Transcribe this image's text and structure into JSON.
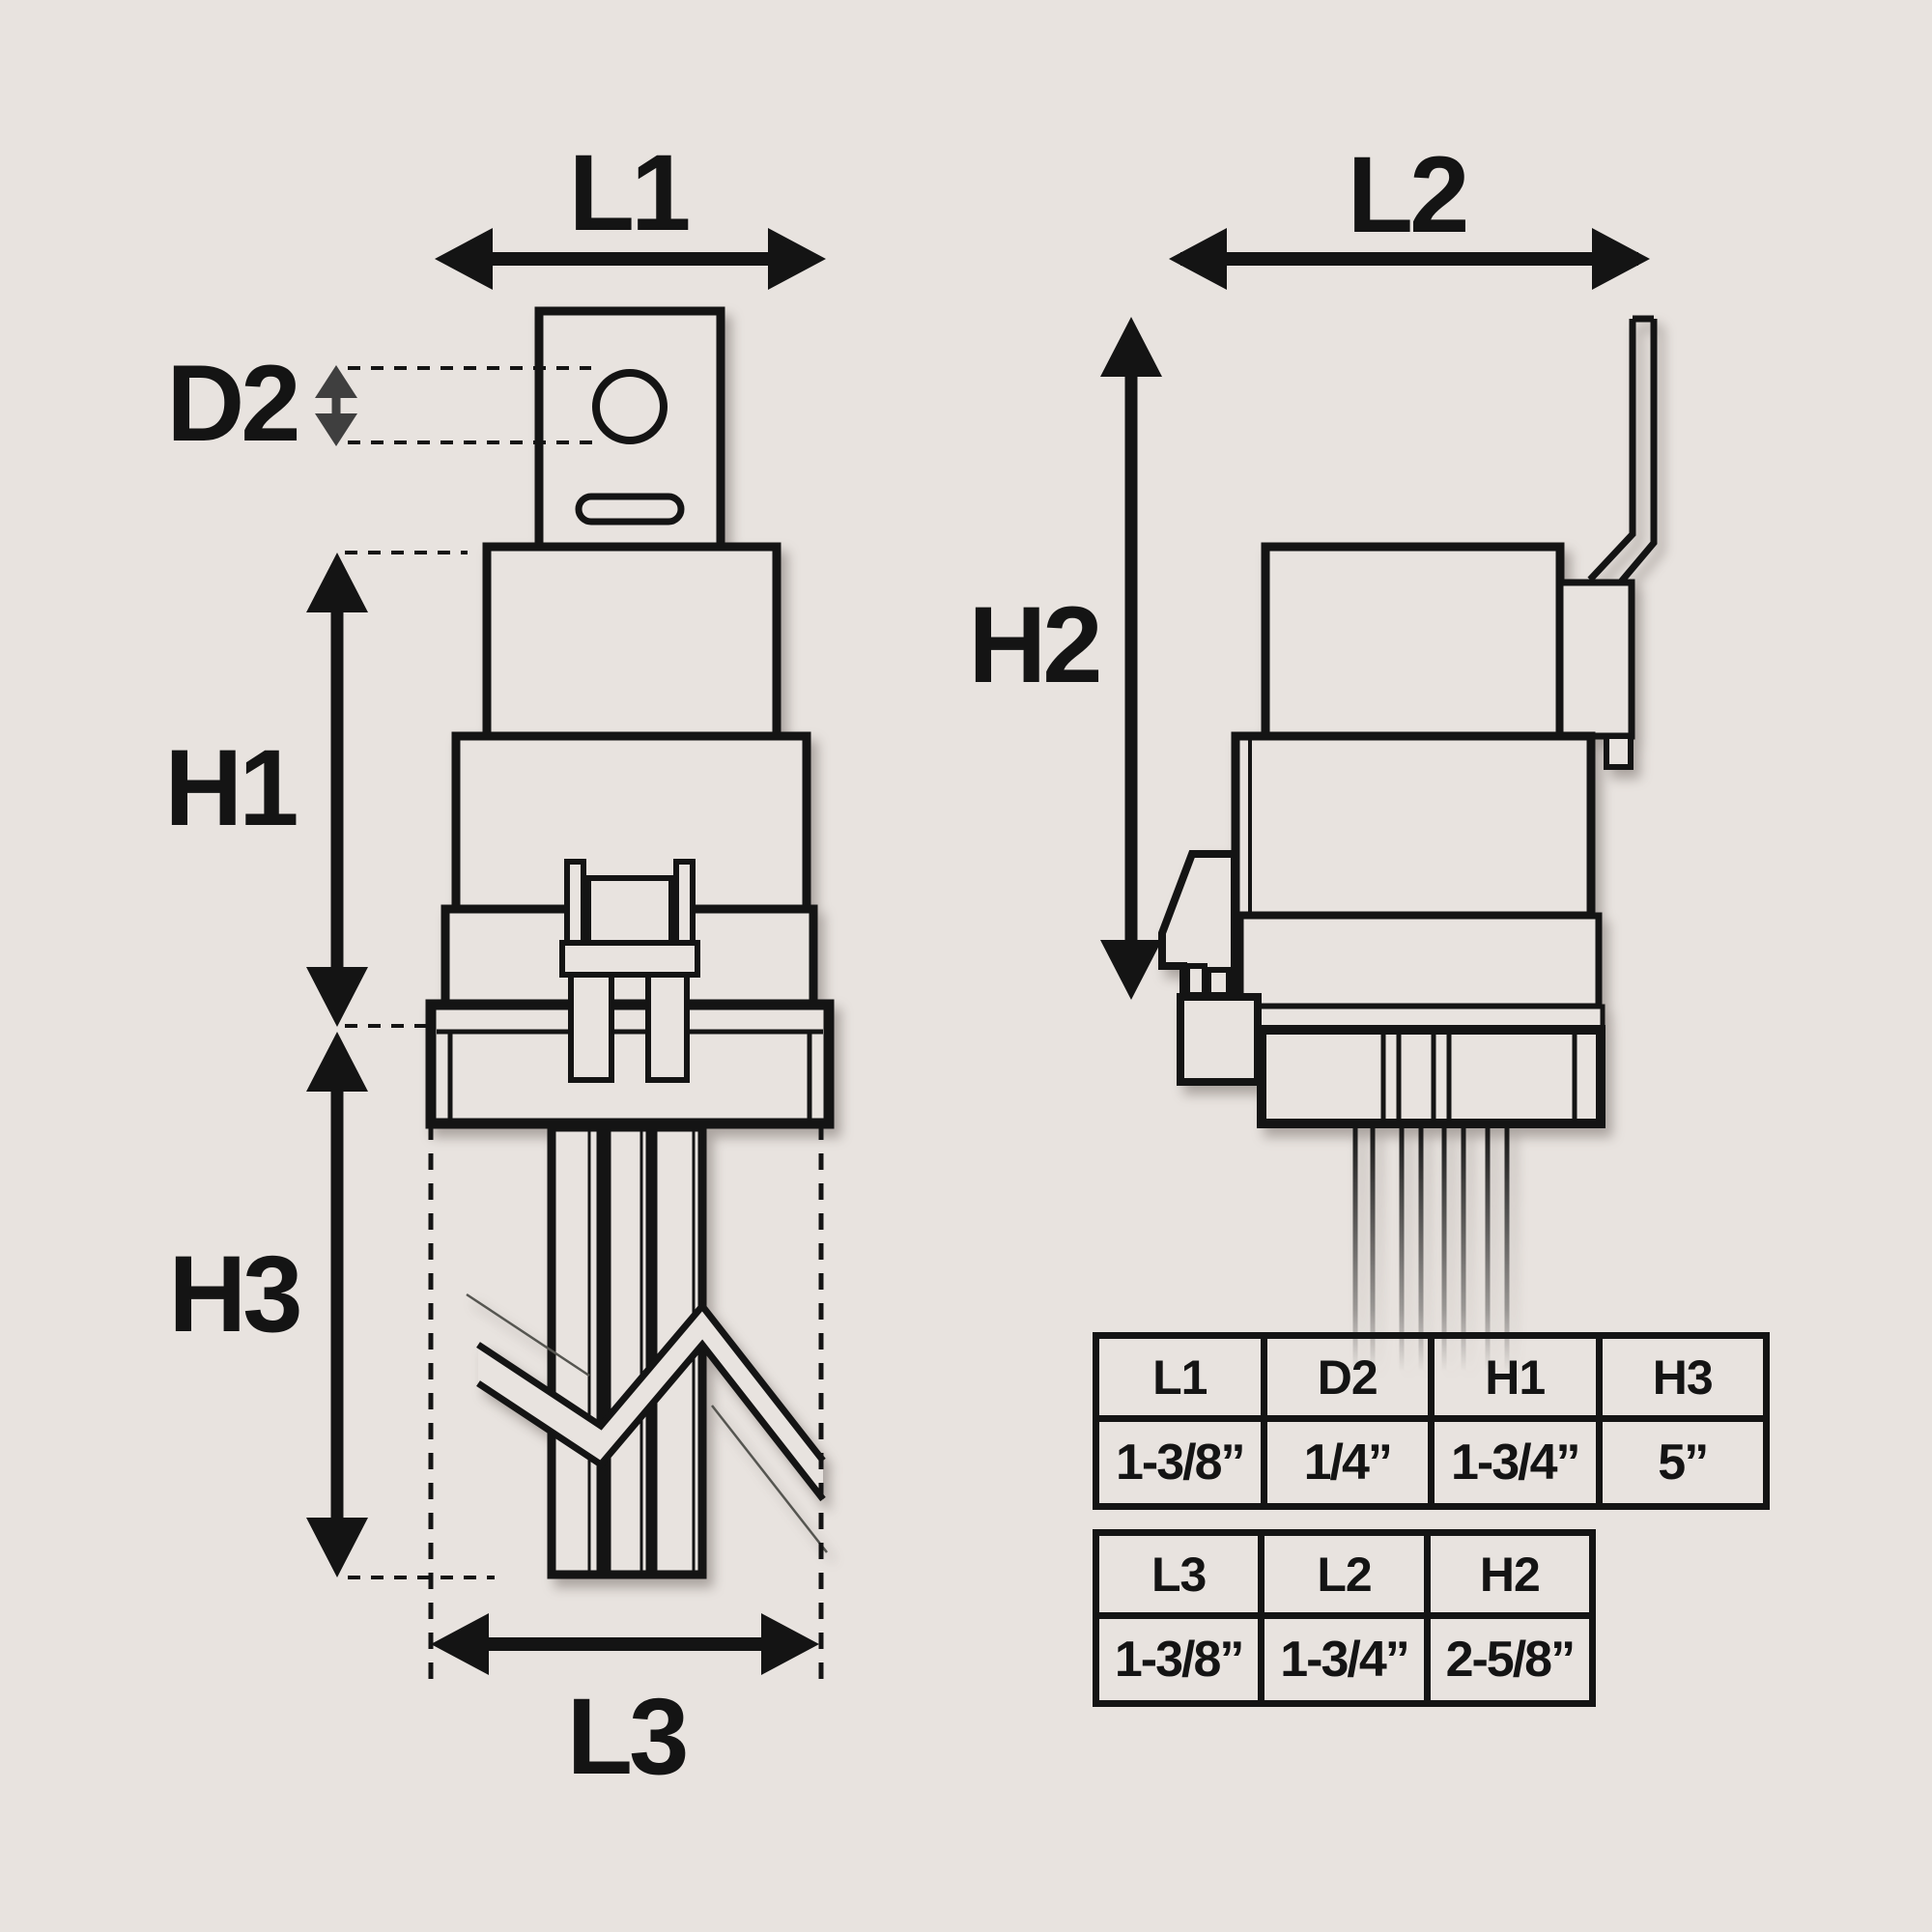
{
  "colors": {
    "background": "#E8E3DF",
    "line": "#141414",
    "muted_arrow": "#3F3F3F"
  },
  "dimension_labels": {
    "l1": "L1",
    "d2": "D2",
    "h1": "H1",
    "h3": "H3",
    "l3": "L3",
    "l2": "L2",
    "h2": "H2"
  },
  "tables": {
    "primary": {
      "headers": [
        "L1",
        "D2",
        "H1",
        "H3"
      ],
      "values": [
        "1-3/8”",
        "1/4”",
        "1-3/4”",
        "5”"
      ]
    },
    "secondary": {
      "headers": [
        "L3",
        "L2",
        "H2"
      ],
      "values": [
        "1-3/8”",
        "1-3/4”",
        "2-5/8”"
      ]
    }
  }
}
